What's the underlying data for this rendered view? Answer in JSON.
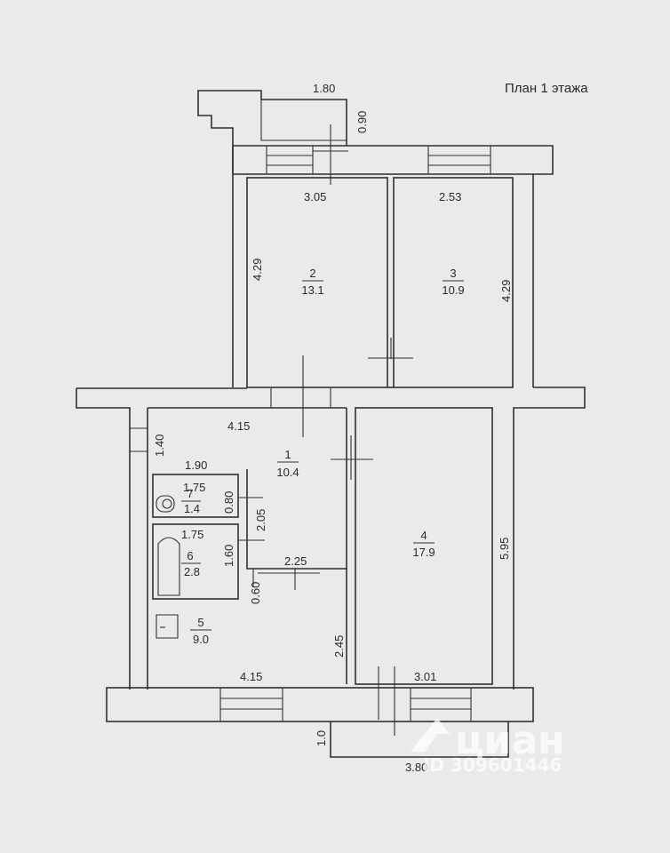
{
  "title": "План 1 этажа",
  "rooms": [
    {
      "number": "1",
      "area": "10.4"
    },
    {
      "number": "2",
      "area": "13.1"
    },
    {
      "number": "3",
      "area": "10.9"
    },
    {
      "number": "4",
      "area": "17.9"
    },
    {
      "number": "5",
      "area": "9.0"
    },
    {
      "number": "6",
      "area": "2.8"
    },
    {
      "number": "7",
      "area": "1.4"
    }
  ],
  "dimensions": {
    "porch_width": "1.80",
    "porch_depth": "0.90",
    "room2_width": "3.05",
    "room3_width": "2.53",
    "room2_length": "4.29",
    "room3_length": "4.29",
    "room1_width": "4.15",
    "corridor": "1.40",
    "wc_block_width": "1.90",
    "wc_width": "1.75",
    "wc_depth": "0.80",
    "bath_width": "1.75",
    "bath_depth": "1.60",
    "room1_length": "2.05",
    "hall_width": "2.25",
    "hall_gap": "0.60",
    "room5_length": "2.45",
    "room5_width": "4.15",
    "room4_width": "3.01",
    "room4_length": "5.95",
    "balcony_depth": "1.0",
    "balcony_width": "3.80"
  },
  "watermark": {
    "brand": "циан",
    "id": "ID 309601446"
  }
}
